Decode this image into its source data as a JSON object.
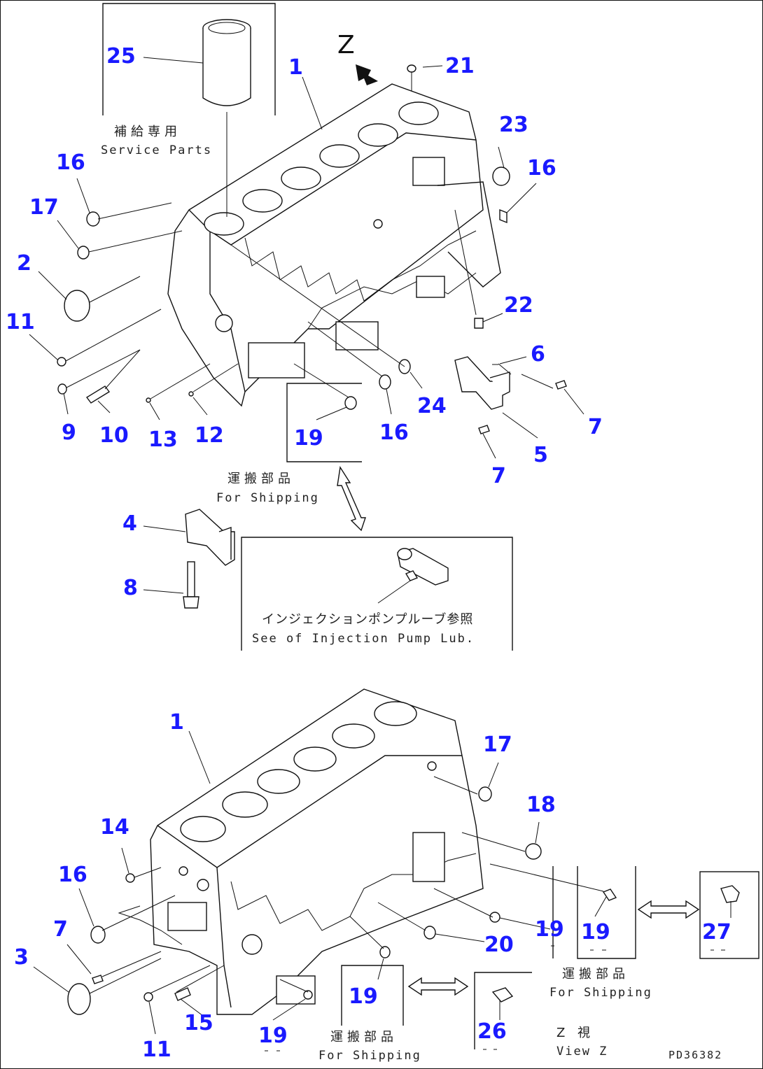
{
  "drawing": {
    "code": "PD36382",
    "view_marker": "Z"
  },
  "notes": {
    "service_parts_jp": "補給専用",
    "service_parts_en": "Service Parts",
    "shipping_jp": "運搬部品",
    "shipping_en": "For Shipping",
    "injection_jp": "インジェクションポンプルーブ参照",
    "injection_en": "See of Injection Pump Lub.",
    "view_jp": "Z 視",
    "view_en": "View Z"
  },
  "callouts": [
    {
      "id": "c25",
      "label": "25"
    },
    {
      "id": "c1a",
      "label": "1"
    },
    {
      "id": "c21",
      "label": "21"
    },
    {
      "id": "c23",
      "label": "23"
    },
    {
      "id": "c16a",
      "label": "16"
    },
    {
      "id": "c16b",
      "label": "16"
    },
    {
      "id": "c17a",
      "label": "17"
    },
    {
      "id": "c2",
      "label": "2"
    },
    {
      "id": "c11a",
      "label": "11"
    },
    {
      "id": "c22",
      "label": "22"
    },
    {
      "id": "c6",
      "label": "6"
    },
    {
      "id": "c7a",
      "label": "7"
    },
    {
      "id": "c24",
      "label": "24"
    },
    {
      "id": "c9",
      "label": "9"
    },
    {
      "id": "c10",
      "label": "10"
    },
    {
      "id": "c13",
      "label": "13"
    },
    {
      "id": "c12",
      "label": "12"
    },
    {
      "id": "c19a",
      "label": "19"
    },
    {
      "id": "c16c",
      "label": "16"
    },
    {
      "id": "c5",
      "label": "5"
    },
    {
      "id": "c7b",
      "label": "7"
    },
    {
      "id": "c4",
      "label": "4"
    },
    {
      "id": "c8",
      "label": "8"
    },
    {
      "id": "c1b",
      "label": "1"
    },
    {
      "id": "c17b",
      "label": "17"
    },
    {
      "id": "c18",
      "label": "18"
    },
    {
      "id": "c14",
      "label": "14"
    },
    {
      "id": "c16d",
      "label": "16"
    },
    {
      "id": "c7c",
      "label": "7"
    },
    {
      "id": "c3",
      "label": "3"
    },
    {
      "id": "c19b",
      "label": "19"
    },
    {
      "id": "c19c",
      "label": "19"
    },
    {
      "id": "c27",
      "label": "27"
    },
    {
      "id": "c20",
      "label": "20"
    },
    {
      "id": "c15",
      "label": "15"
    },
    {
      "id": "c19d",
      "label": "19"
    },
    {
      "id": "c11b",
      "label": "11"
    },
    {
      "id": "c26",
      "label": "26"
    },
    {
      "id": "c19e",
      "label": "19"
    }
  ]
}
